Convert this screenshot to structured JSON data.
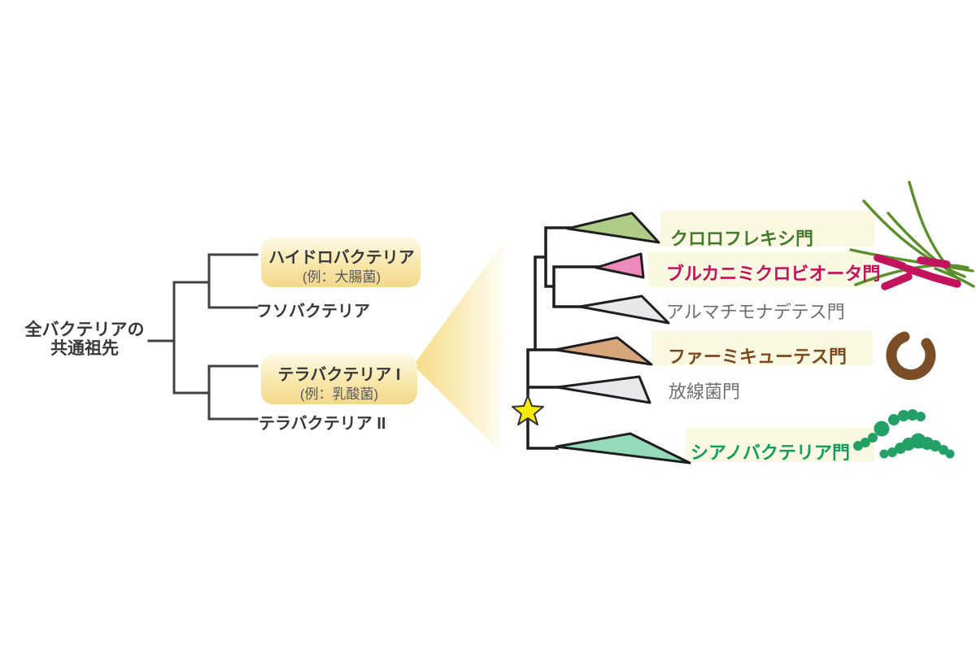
{
  "diagram_title": "",
  "left_tree": {
    "root_label": {
      "line1": "全バクテリアの",
      "line2": "共通祖先"
    },
    "clades": [
      {
        "name": "ハイドロバクテリア",
        "example": "(例：大腸菌)",
        "highlighted": true
      },
      {
        "name": "フソバクテリア",
        "example": "",
        "highlighted": false
      },
      {
        "name": "テラバクテリア I",
        "example": "(例：乳酸菌)",
        "highlighted": true
      },
      {
        "name": "テラバクテリア II",
        "example": "",
        "highlighted": false
      }
    ]
  },
  "right_tree": {
    "phyla": [
      {
        "name": "クロロフレキシ門",
        "text_color": "#447a2d",
        "fill": "#aecb87",
        "band": true,
        "icon": "filament-bacteria-icon"
      },
      {
        "name": "ブルカニミクロビオータ門",
        "text_color": "#c3125c",
        "fill": "#ee8abc",
        "band": true,
        "icon": "rod-bacteria-icon"
      },
      {
        "name": "アルマチモナデテス門",
        "text_color": "#6e6e6e",
        "fill": "#e8e8ea",
        "band": false,
        "icon": ""
      },
      {
        "name": "ファーミキューテス門",
        "text_color": "#7d4a1f",
        "fill": "#d7a77b",
        "band": true,
        "icon": "curved-rod-bacteria-icon"
      },
      {
        "name": "放線菌門",
        "text_color": "#6e6e6e",
        "fill": "#e8e8ea",
        "band": false,
        "icon": ""
      },
      {
        "name": "シアノバクテリア門",
        "text_color": "#129c5e",
        "fill": "#94dab8",
        "band": true,
        "icon": "cocci-chain-icon"
      }
    ],
    "star_marker": {
      "icon": "star-icon",
      "color": "#f8e90a"
    }
  },
  "colors": {
    "background": "#ffffff",
    "left_tree_line": "#404040",
    "right_tree_line": "#1f1f1f",
    "highlight_box_top": "#fdf9e6",
    "highlight_box_bottom": "#f2d78a",
    "band": "#fbf8e1",
    "wedge_from": "#f4da7e",
    "wedge_to": "#fffdf6"
  }
}
